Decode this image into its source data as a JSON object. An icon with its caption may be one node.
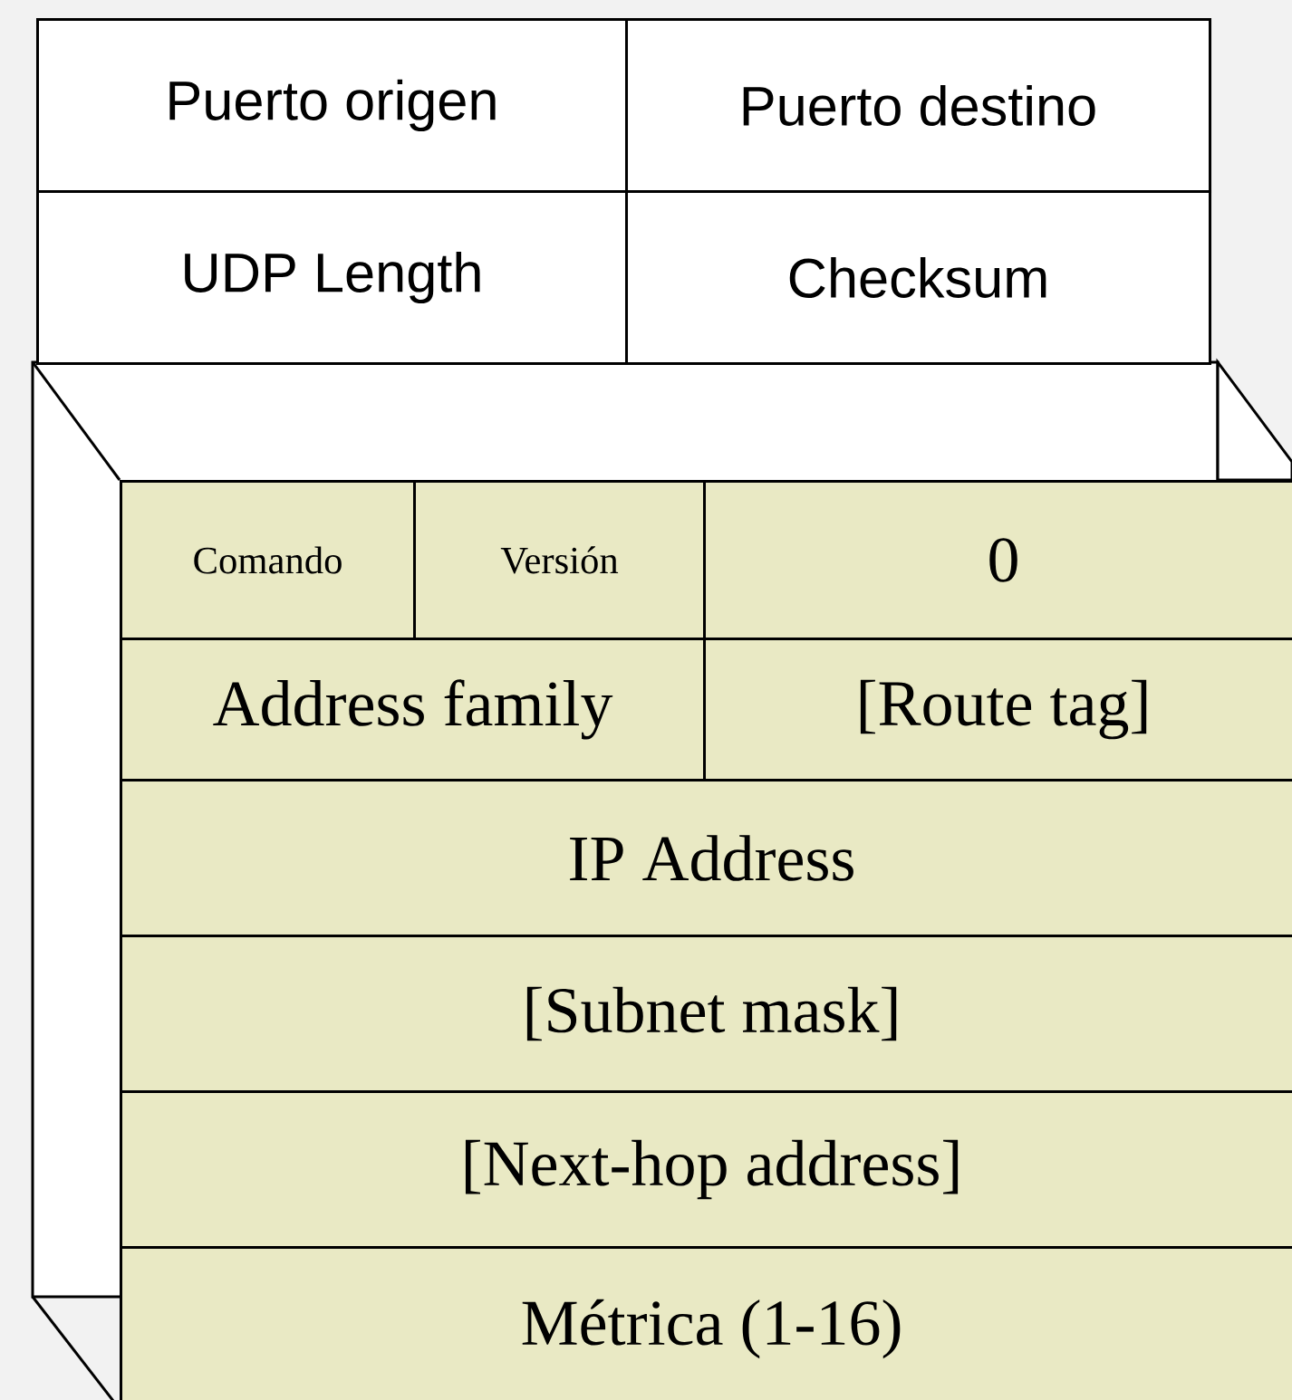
{
  "diagram": {
    "nodes": [
      {
        "text": [
          "Puerto origen"
        ]
      },
      {
        "text": [
          "Puerto destino"
        ]
      },
      {
        "text": [
          "UDP Length"
        ]
      },
      {
        "text": [
          "Checksum"
        ]
      },
      {
        "text": [
          "Comando"
        ]
      },
      {
        "text": [
          "Versión"
        ]
      },
      {
        "text": [
          "0"
        ]
      },
      {
        "text": [
          "Address family"
        ]
      },
      {
        "text": [
          "[Route tag]"
        ]
      },
      {
        "text": [
          "IP Address"
        ]
      },
      {
        "text": [
          "[Subnet mask]"
        ]
      },
      {
        "text": [
          "[Next-hop address]"
        ]
      },
      {
        "text": [
          "Métrica (1-16)"
        ]
      }
    ]
  }
}
